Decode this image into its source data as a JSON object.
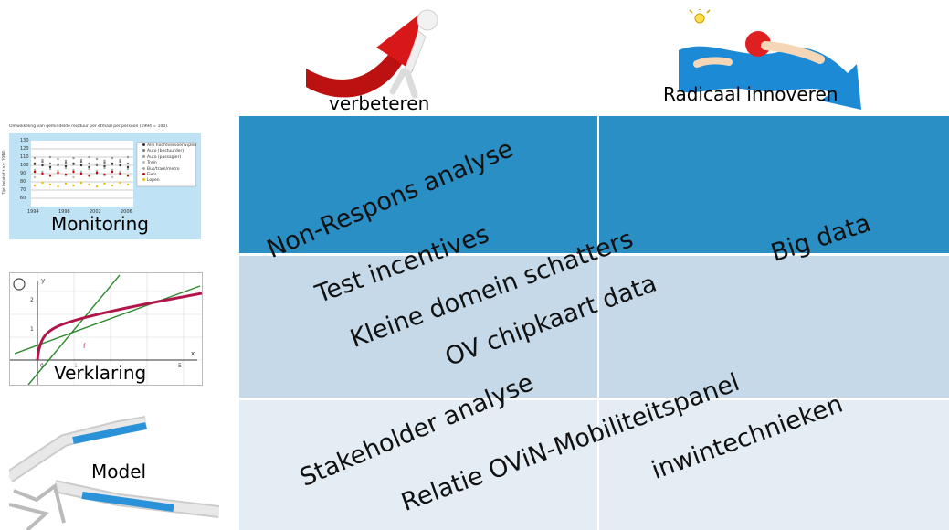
{
  "columns": [
    "verbeteren",
    "Radicaal innoveren"
  ],
  "rows": [
    "Monitoring",
    "Verklaring",
    "Model"
  ],
  "chart_caption": "Ontwikkeling van gemiddelde reisduur per etmaal per persoon (1994 = 100).",
  "mini_chart": {
    "yticks": [
      "130",
      "120",
      "110",
      "100",
      "90",
      "80",
      "70",
      "60"
    ],
    "xticks": [
      "1994",
      "1998",
      "2002",
      "2006"
    ],
    "ylabel": "Tijd (relatief t.o.v. 1994)",
    "legend": [
      "Alle hoofdvervoerwijzen",
      "Auto (bestuurder)",
      "Auto (passagier)",
      "Trein",
      "Bus/tram/metro",
      "Fiets",
      "Lopen"
    ]
  },
  "graph_labels": {
    "y": "y",
    "x": "x",
    "f": "f",
    "t2": "2",
    "t1": "1",
    "t0": "0",
    "t1x": "1",
    "t5": "5"
  },
  "items": [
    "Non-Respons analyse",
    "Test incentives",
    "Kleine domein schatters",
    "OV chipkaart data",
    "Big data",
    "Stakeholder analyse",
    "Relatie OViN-Mobiliteitspanel",
    "inwintechnieken"
  ],
  "colors": {
    "row1": "#2a8fc4",
    "row2": "#c5d9e8",
    "row3": "#e4ecf4",
    "accent_red": "#e02020",
    "water": "#1d8ad6"
  }
}
